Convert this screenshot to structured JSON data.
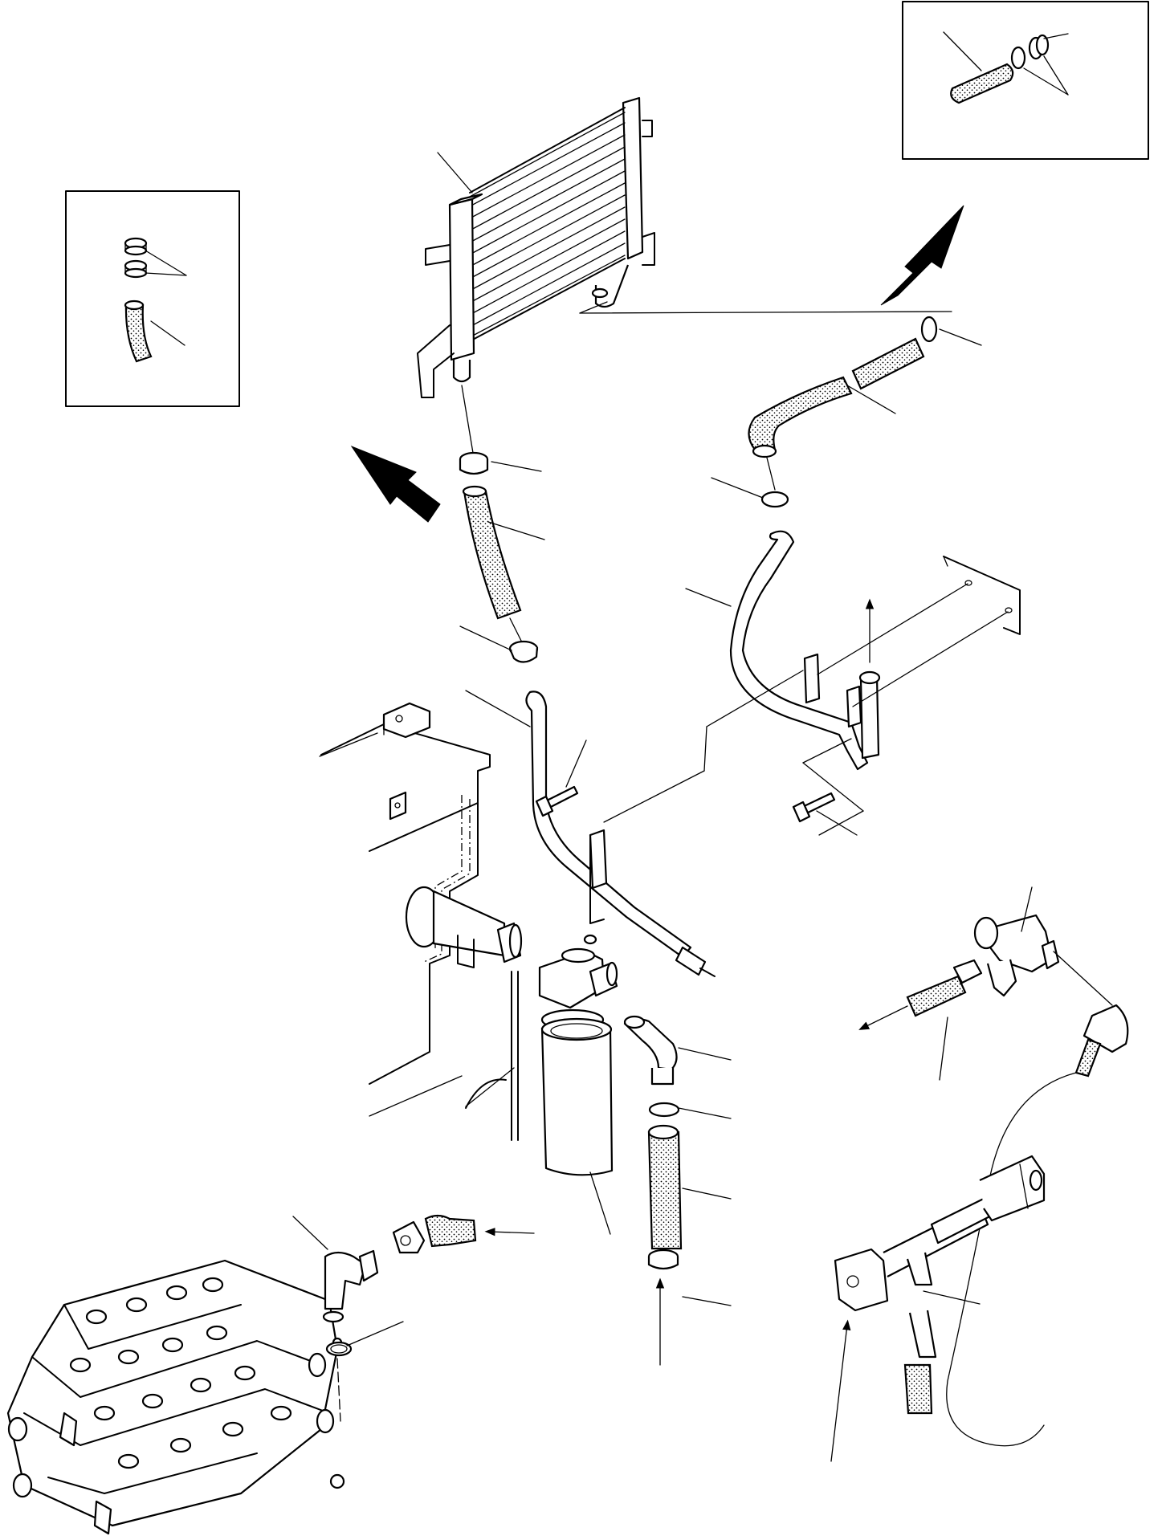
{
  "diagram": {
    "kind": "exploded-parts-drawing",
    "colors": {
      "ink": "#000000",
      "paper": "#ffffff"
    },
    "callouts": [],
    "insets": [
      {
        "name": "hose-clamp-detail-left"
      },
      {
        "name": "hose-clamp-detail-right"
      }
    ]
  }
}
